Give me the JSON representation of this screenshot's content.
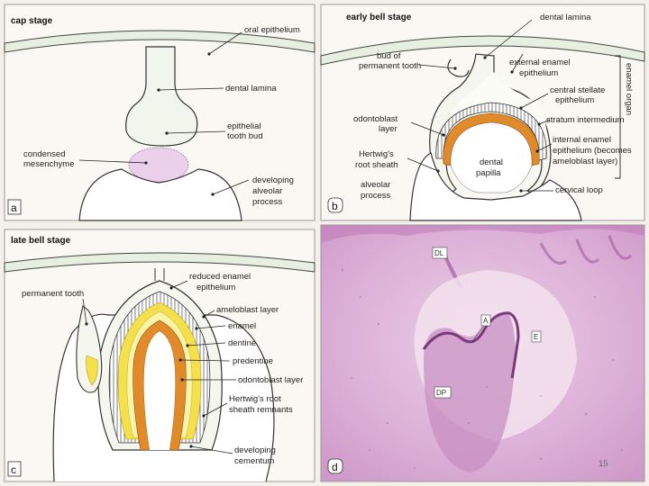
{
  "panels": {
    "a": {
      "title": "cap stage",
      "letter": "a",
      "labels": {
        "oral_epithelium": "oral epithelium",
        "dental_lamina": "dental lamina",
        "tooth_bud_1": "epithelial",
        "tooth_bud_2": "tooth bud",
        "mesenchyme_1": "condensed",
        "mesenchyme_2": "mesenchyme",
        "alveolar_1": "developing",
        "alveolar_2": "alveolar",
        "alveolar_3": "process"
      }
    },
    "b": {
      "title": "early bell stage",
      "letter": "b",
      "side_label": "enamel organ",
      "labels": {
        "dental_lamina": "dental lamina",
        "bud_1": "bud of",
        "bud_2": "permanent tooth",
        "ext_enamel_1": "external enamel",
        "ext_enamel_2": "epithelium",
        "stellate_1": "central stellate",
        "stellate_2": "epithelium",
        "odontoblast_1": "odontoblast",
        "odontoblast_2": "layer",
        "stratum": "stratum intermedium",
        "hertwig_1": "Hertwig's",
        "hertwig_2": "root sheath",
        "papilla_1": "dental",
        "papilla_2": "papilla",
        "int_enamel_1": "internal enamel",
        "int_enamel_2": "epithelium (becomes",
        "int_enamel_3": "ameloblast layer)",
        "alveolar_1": "alveolar",
        "alveolar_2": "process",
        "cervical": "cervical loop"
      }
    },
    "c": {
      "title": "late bell stage",
      "letter": "c",
      "labels": {
        "permanent": "permanent tooth",
        "reduced_1": "reduced enamel",
        "reduced_2": "epithelium",
        "ameloblast": "ameloblast layer",
        "enamel": "enamel",
        "dentine": "dentine",
        "predentine": "predentine",
        "odontoblast": "odontoblast layer",
        "hertwig_1": "Hertwig's root",
        "hertwig_2": "sheath remnants",
        "cementum_1": "developing",
        "cementum_2": "cementum"
      }
    },
    "d": {
      "letter": "d",
      "labels": {
        "dl": "DL",
        "a": "A",
        "e": "E",
        "dp": "DP"
      }
    }
  },
  "page_number": "15",
  "colors": {
    "mesenchyme": "#ead0ea",
    "dentine": "#f3e04a",
    "predentine": "#fbf4a8",
    "odontoblast": "#e08a2a",
    "histology": "#d9a9d3"
  }
}
